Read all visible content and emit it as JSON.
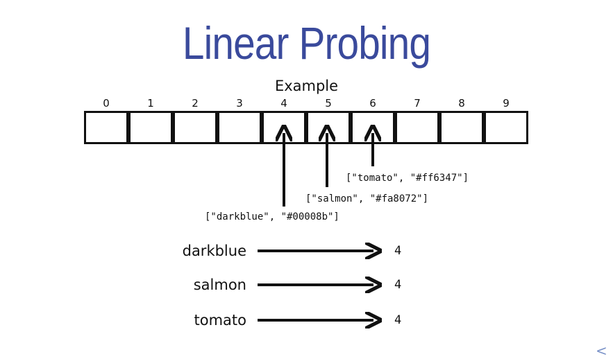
{
  "title": "Linear Probing",
  "subtitle": "Example",
  "indices": [
    "0",
    "1",
    "2",
    "3",
    "4",
    "5",
    "6",
    "7",
    "8",
    "9"
  ],
  "entries": [
    {
      "label": "[\"darkblue\", \"#00008b\"]",
      "slot": 4
    },
    {
      "label": "[\"salmon\", \"#fa8072\"]",
      "slot": 5
    },
    {
      "label": "[\"tomato\", \"#ff6347\"]",
      "slot": 6
    }
  ],
  "hashes": [
    {
      "key": "darkblue",
      "value": "4"
    },
    {
      "key": "salmon",
      "value": "4"
    },
    {
      "key": "tomato",
      "value": "4"
    }
  ],
  "nav": {
    "back_icon": "chevron-left-icon",
    "back_glyph": "<"
  }
}
